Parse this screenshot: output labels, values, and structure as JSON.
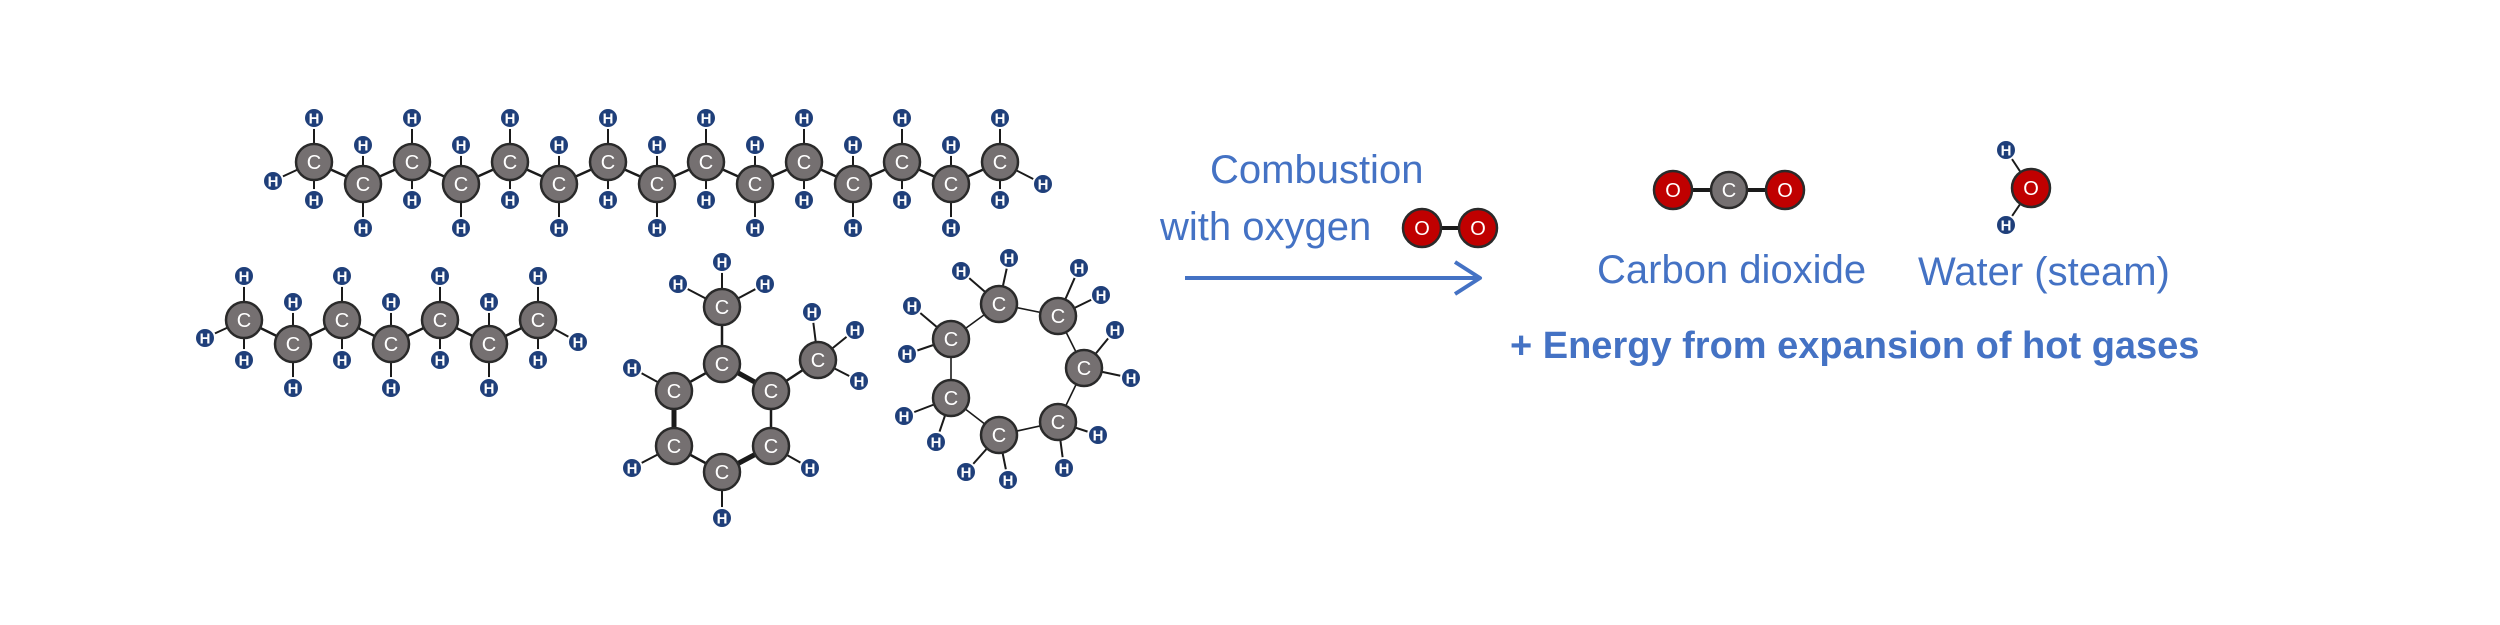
{
  "atoms": {
    "carbon_symbol": "C",
    "hydrogen_symbol": "H",
    "oxygen_symbol": "O"
  },
  "reaction": {
    "line1": "Combustion",
    "line2": "with oxygen"
  },
  "products": {
    "co2_label": "Carbon dioxide",
    "water_label": "Water (steam)",
    "energy_label": "+ Energy from expansion of hot gases"
  },
  "colors": {
    "carbon": "#757071",
    "hydrogen": "#1f3f7a",
    "oxygen": "#c00000",
    "text": "#4472c4",
    "bond": "#1a1a1a"
  }
}
